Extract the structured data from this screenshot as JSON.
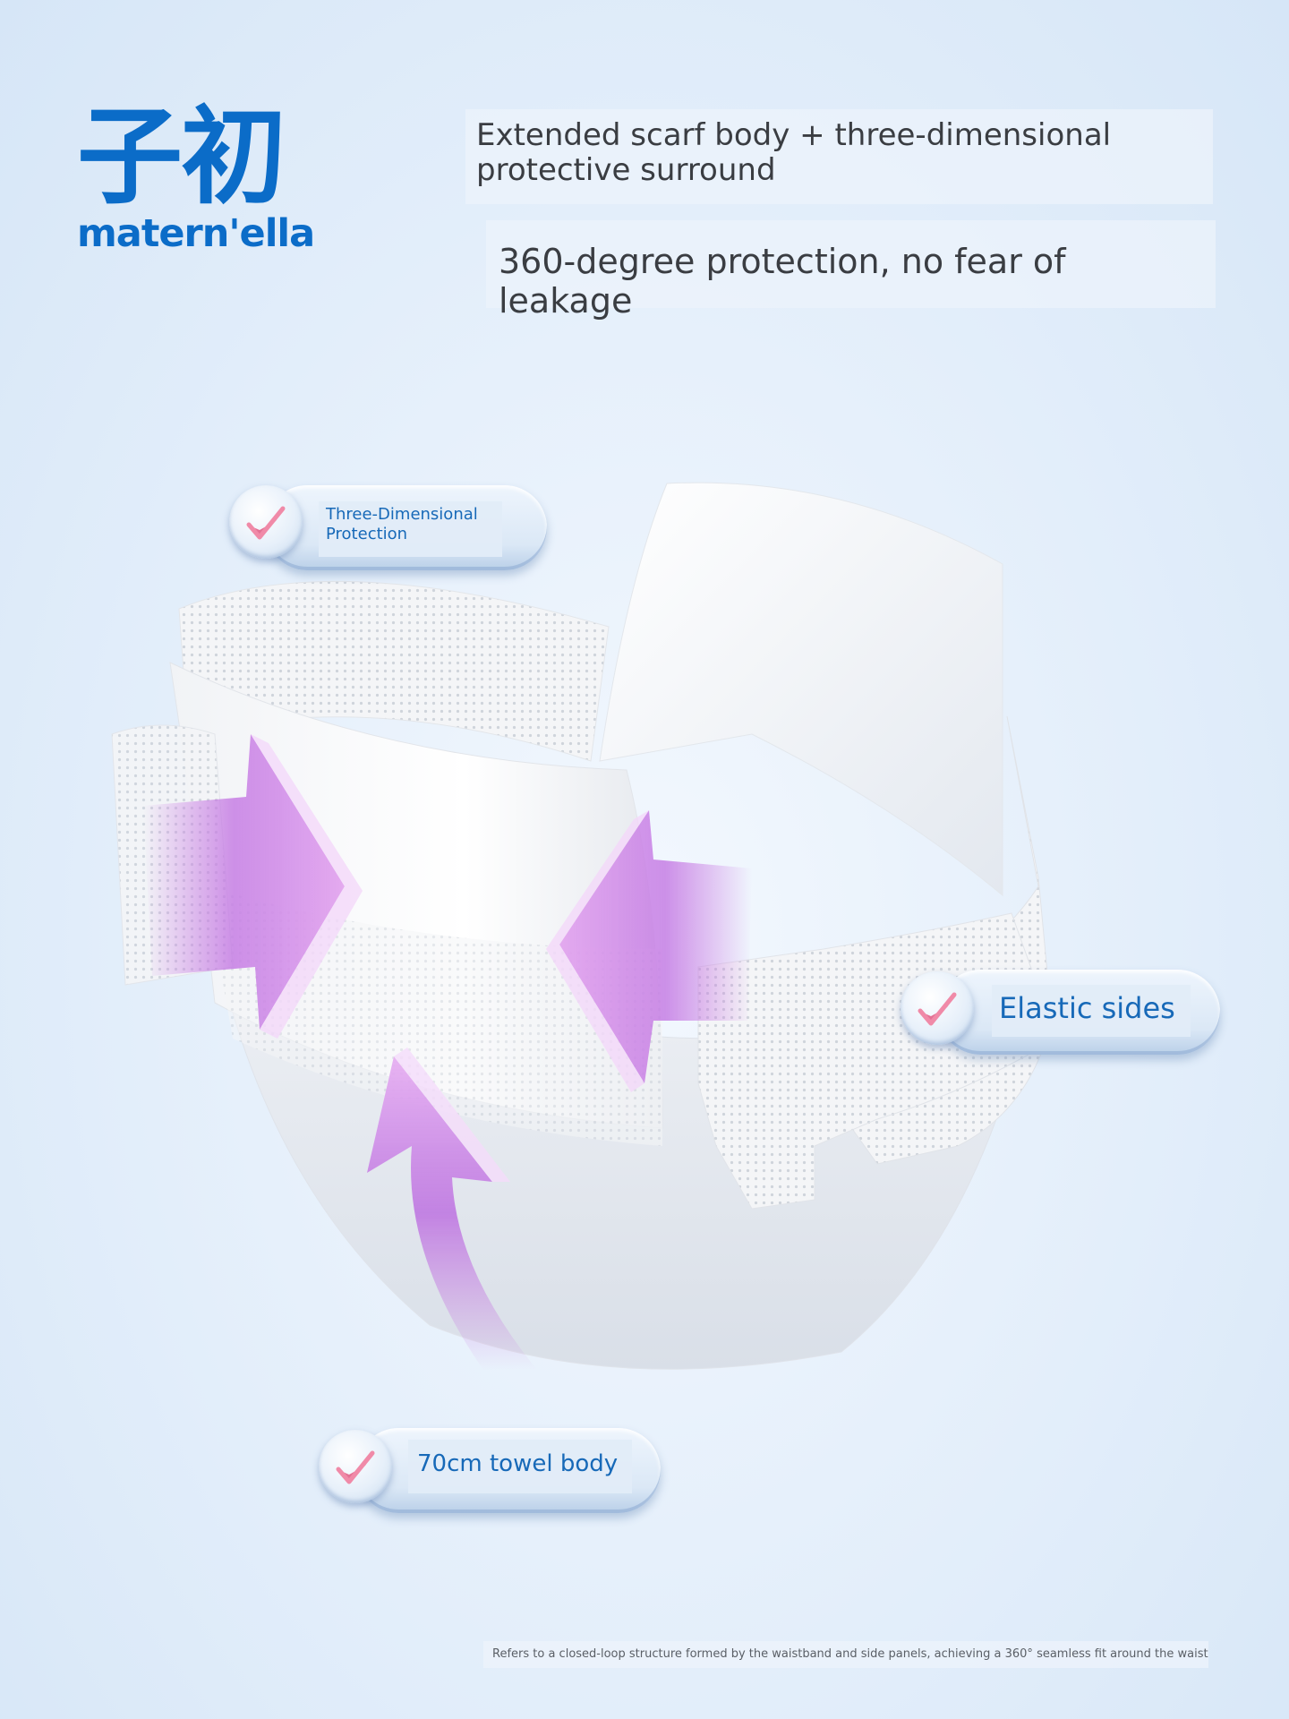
{
  "brand": {
    "logo_cjk": "子初",
    "logo_latin": "matern'ella",
    "color": "#0b6cc8"
  },
  "headline": "Extended scarf body + three-dimensional protective surround",
  "subhead": "360-degree protection, no fear of leakage",
  "badges": [
    {
      "label": "Three-Dimensional Protection",
      "icon": "check-icon"
    },
    {
      "label": "Elastic sides",
      "icon": "check-icon"
    },
    {
      "label": "70cm towel body",
      "icon": "check-icon"
    }
  ],
  "footnote": "Refers to a closed-loop structure formed by the waistband and side panels, achieving a 360° seamless fit around the waist",
  "colors": {
    "accent": "#1769b8",
    "arrow": "#b766d8",
    "check": "#e05a82"
  }
}
